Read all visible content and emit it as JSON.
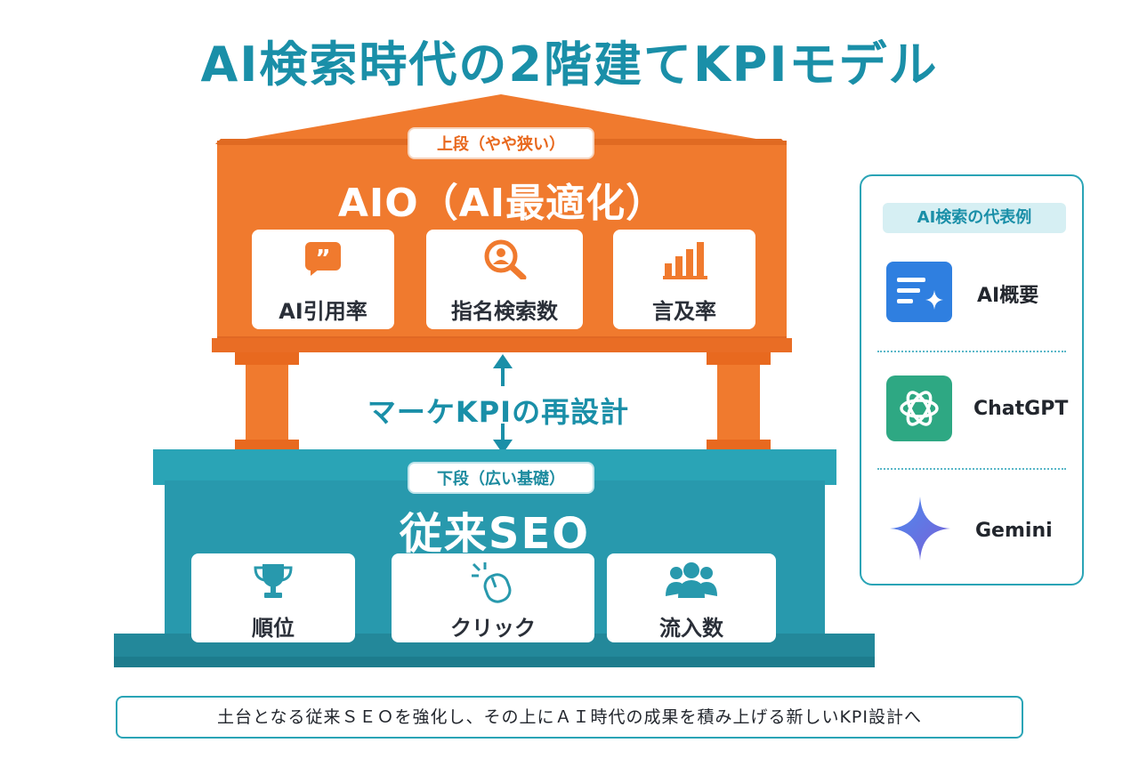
{
  "title": "AI検索時代の2階建てKPIモデル",
  "upper": {
    "tag": "上段（やや狭い）",
    "title": "AIO（AI最適化）",
    "cards": [
      {
        "label": "AI引用率",
        "icon": "quote-icon"
      },
      {
        "label": "指名検索数",
        "icon": "person-search-icon"
      },
      {
        "label": "言及率",
        "icon": "bar-chart-icon"
      }
    ]
  },
  "middle": {
    "label": "マーケKPIの再設計"
  },
  "lower": {
    "tag": "下段（広い基礎）",
    "title": "従来SEO",
    "cards": [
      {
        "label": "順位",
        "icon": "trophy-icon"
      },
      {
        "label": "クリック",
        "icon": "mouse-click-icon"
      },
      {
        "label": "流入数",
        "icon": "people-icon"
      }
    ]
  },
  "panel": {
    "title": "AI検索の代表例",
    "items": [
      {
        "label": "AI概要",
        "icon": "ai-overview-icon"
      },
      {
        "label": "ChatGPT",
        "icon": "chatgpt-icon"
      },
      {
        "label": "Gemini",
        "icon": "gemini-icon"
      }
    ]
  },
  "footer": "土台となる従来ＳＥＯを強化し、その上にＡＩ時代の成果を積み上げる新しいKPI設計へ",
  "colors": {
    "orange": "#f07a2e",
    "teal": "#2899ad",
    "accent_text": "#1a8fa8"
  }
}
